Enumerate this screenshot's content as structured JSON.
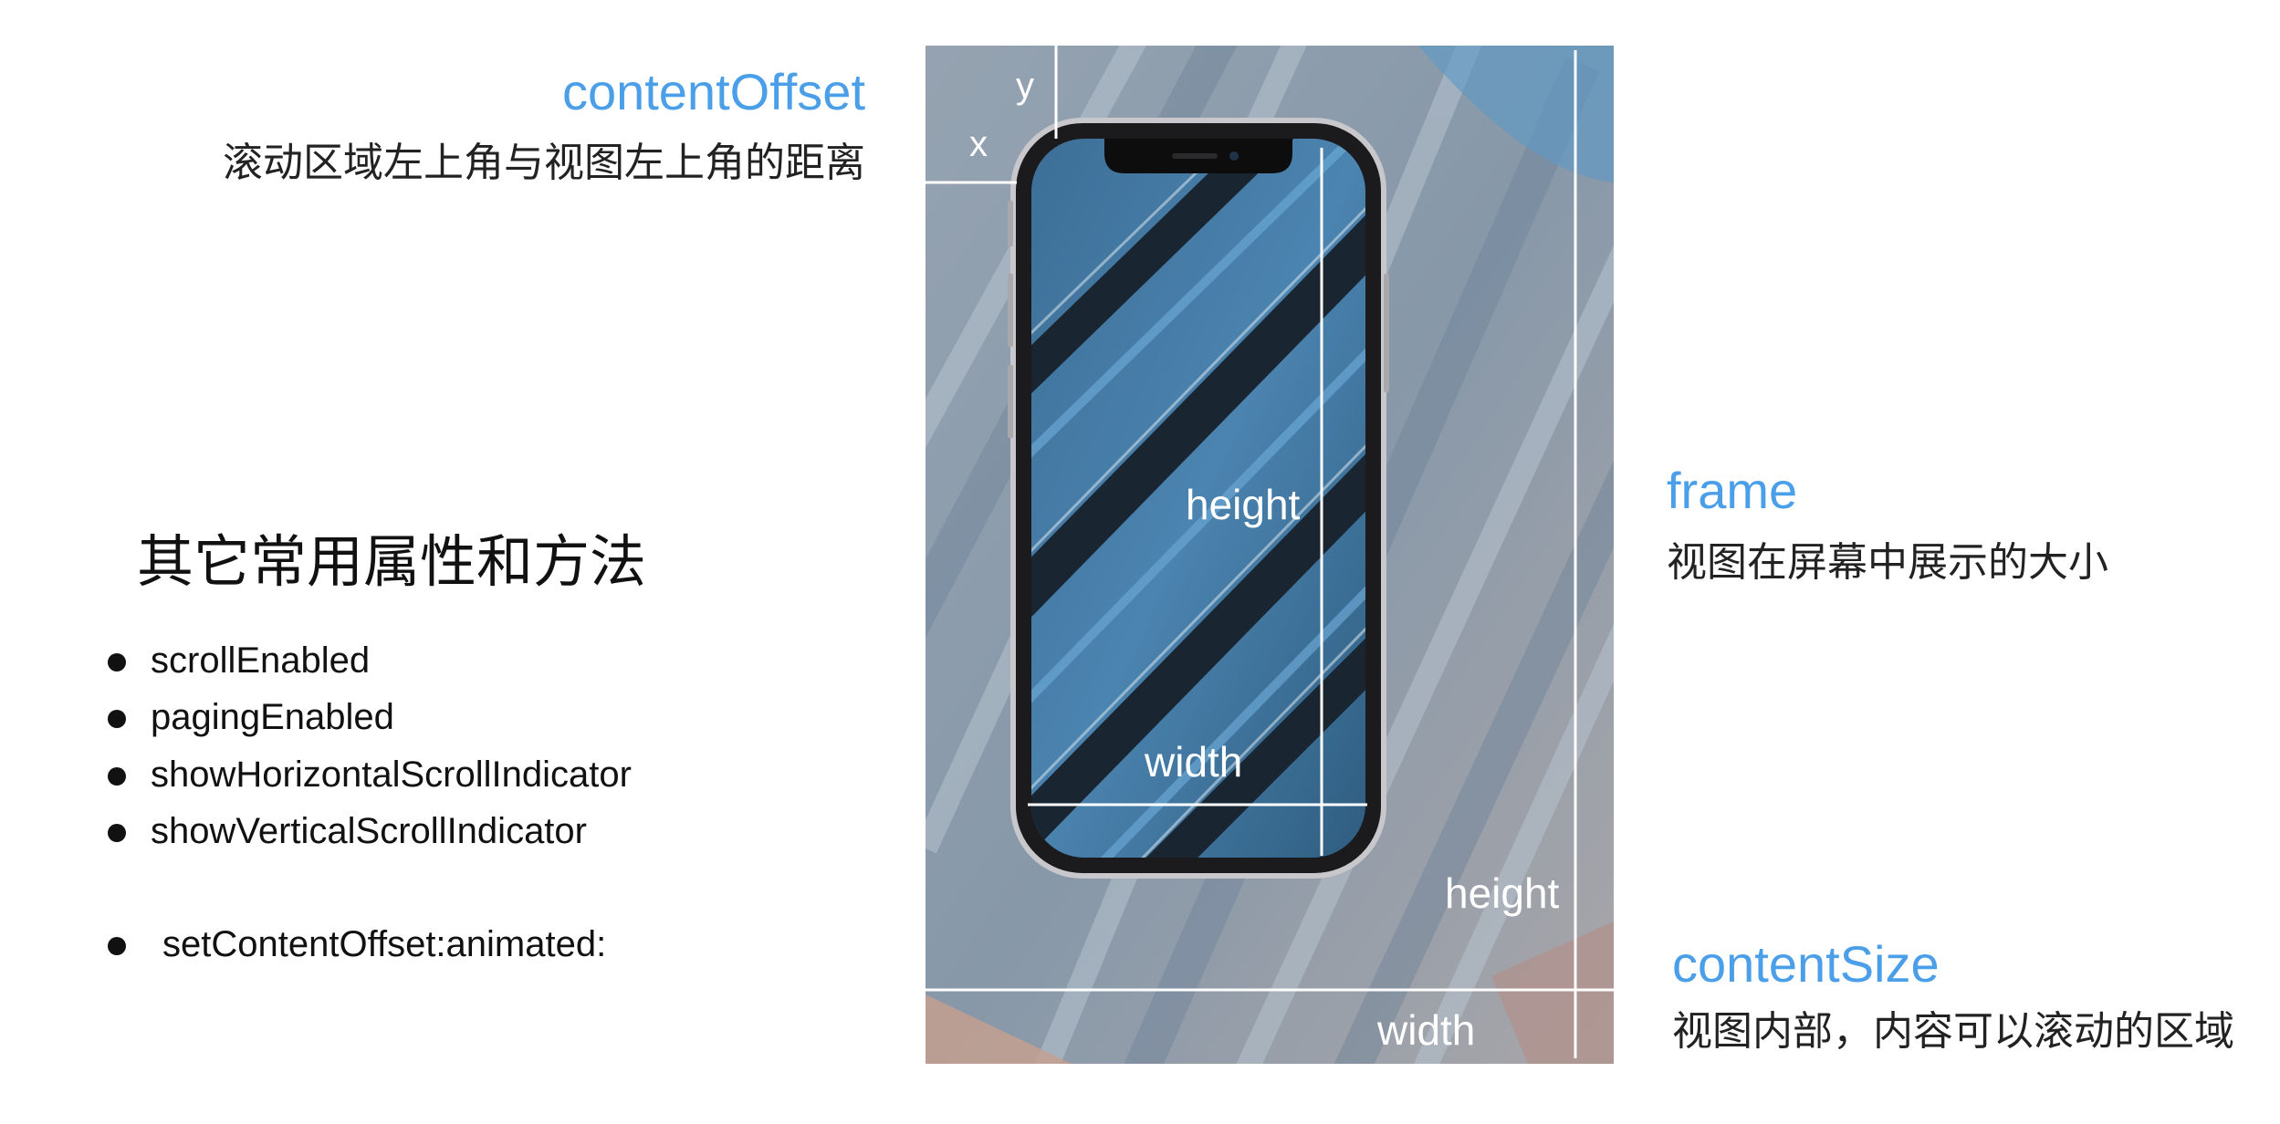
{
  "content_offset": {
    "title": "contentOffset",
    "description": "滚动区域左上角与视图左上角的距离",
    "x_label": "x",
    "y_label": "y"
  },
  "frame": {
    "title": "frame",
    "description": "视图在屏幕中展示的大小",
    "height_label": "height",
    "width_label": "width"
  },
  "content_size": {
    "title": "contentSize",
    "description": "视图内部，内容可以滚动的区域",
    "height_label": "height",
    "width_label": "width"
  },
  "other": {
    "heading": "其它常用属性和方法",
    "properties": [
      "scrollEnabled",
      "pagingEnabled",
      "showHorizontalScrollIndicator",
      "showVerticalScrollIndicator"
    ],
    "method": "setContentOffset:animated:"
  },
  "colors": {
    "accent": "#4a9fe8",
    "feather_dark": "#2b3e52",
    "feather_blue": "#4f86b0"
  }
}
